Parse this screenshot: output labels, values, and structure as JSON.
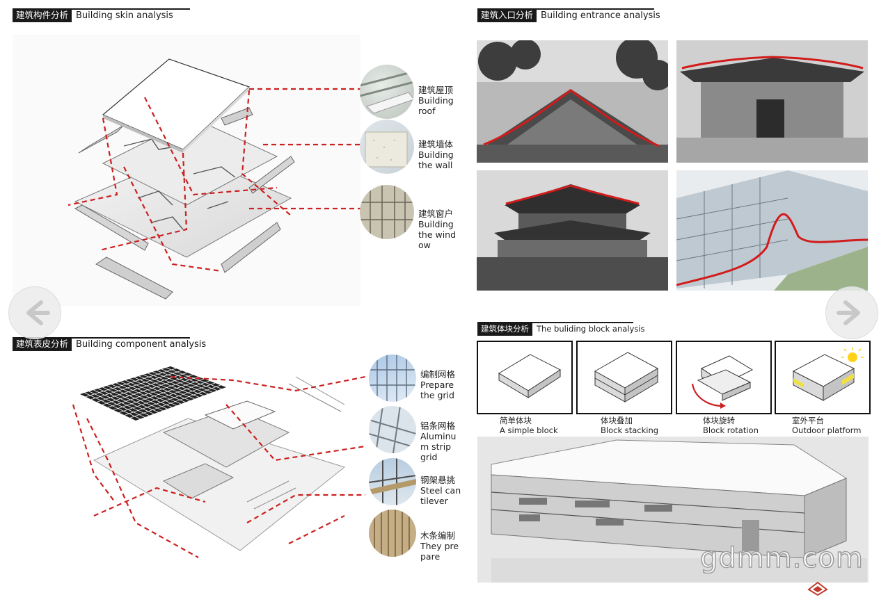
{
  "sections": {
    "skin": {
      "zh": "建筑构件分析",
      "en": "Building skin analysis"
    },
    "entrance": {
      "zh": "建筑入口分析",
      "en": "Building entrance analysis"
    },
    "component": {
      "zh": "建筑表皮分析",
      "en": "Building component analysis"
    },
    "block": {
      "zh": "建筑体块分析",
      "en": "The buliding block analysis"
    }
  },
  "skin_callouts": [
    {
      "label": "建筑屋顶\nBuilding\nroof"
    },
    {
      "label": "建筑墙体\nBuilding\nthe wall"
    },
    {
      "label": "建筑窗户\nBuilding\nthe wind\now"
    }
  ],
  "component_callouts": [
    {
      "label": "编制网格\nPrepare\nthe grid"
    },
    {
      "label": "铝条网格\nAluminu\nm strip\ngrid"
    },
    {
      "label": "钢架悬挑\nSteel can\ntilever"
    },
    {
      "label": "木条编制\nThey pre\npare"
    }
  ],
  "block_steps": [
    {
      "zh": "简单体块",
      "en": "A simple block"
    },
    {
      "zh": "体块叠加",
      "en": "Block stacking"
    },
    {
      "zh": "体块旋转",
      "en": "Block rotation"
    },
    {
      "zh": "室外平台",
      "en": "Outdoor platform"
    }
  ],
  "watermark": "gdmm.com",
  "colors": {
    "accent": "#cc1f1f",
    "dark": "#1a1a1a"
  }
}
